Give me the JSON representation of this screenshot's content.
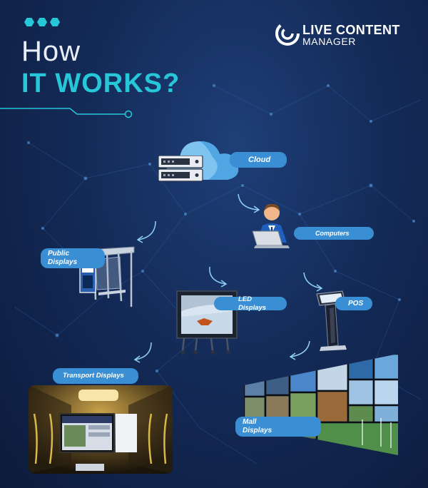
{
  "header": {
    "title_line1": "How",
    "title_line2": "IT WORKS?"
  },
  "logo": {
    "line1": "LIVE CONTENT",
    "line2": "MANAGER",
    "icon": "spiral-logo-icon"
  },
  "nodes": {
    "cloud": "Cloud",
    "computers": "Computers",
    "public_displays_line1": "Public",
    "public_displays_line2": "Displays",
    "led_displays": "LED Displays",
    "pos": "POS",
    "transport_displays": "Transport Displays",
    "mall_displays_line1": "Mall",
    "mall_displays_line2": "Displays"
  },
  "icons": [
    "server-rack-icon",
    "cloud-icon",
    "person-laptop-icon",
    "bus-shelter-icon",
    "led-screen-icon",
    "pos-kiosk-icon",
    "transport-display-photo",
    "video-wall-icon",
    "curved-arrow-icon"
  ],
  "colors": {
    "accent": "#27c6d9",
    "pill": "#3a8fd4",
    "background": "#142b58"
  }
}
